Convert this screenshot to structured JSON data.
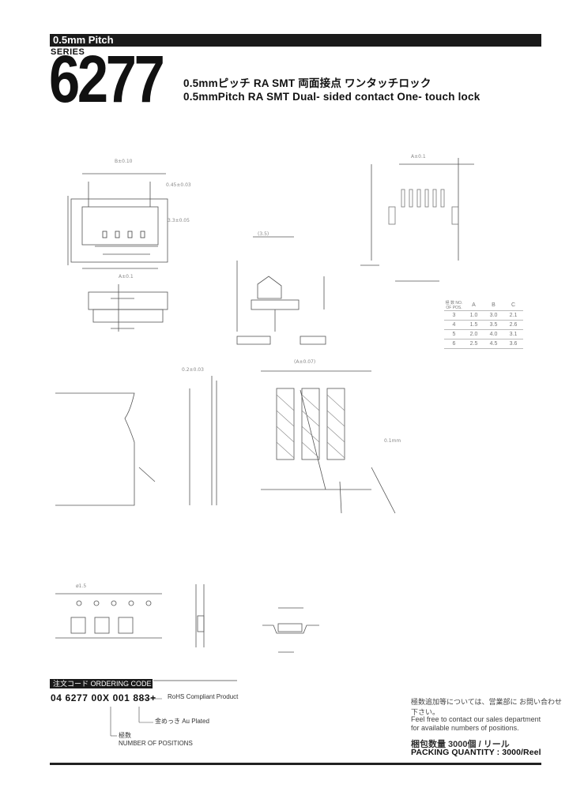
{
  "header": {
    "pitch_label": "0.5mm Pitch",
    "series_label": "SERIES",
    "series_number": "6277",
    "subtitle_jp": "0.5mmピッチ  RA  SMT  両面接点  ワンタッチロック",
    "subtitle_en": "0.5mmPitch  RA  SMT  Dual- sided  contact  One- touch  lock"
  },
  "table": {
    "header": [
      "極 数 NO. OF POS.",
      "A",
      "B",
      "C"
    ],
    "rows": [
      [
        "3",
        "1.0",
        "3.0",
        "2.1"
      ],
      [
        "4",
        "1.5",
        "3.5",
        "2.6"
      ],
      [
        "5",
        "2.0",
        "4.0",
        "3.1"
      ],
      [
        "6",
        "2.5",
        "4.5",
        "3.6"
      ]
    ]
  },
  "ordering": {
    "label": "注文コード ORDERING CODE",
    "code": "04 6277 00X 001 883+",
    "rohs": "RoHS Compliant Product",
    "plating": "金めっき   Au Plated",
    "positions_jp": "極数",
    "positions_en": "NUMBER OF POSITIONS"
  },
  "contact": {
    "jp": "極数追加等については、営業部に お問い合わせ下さい。",
    "en_line1": "Feel free to contact our sales department",
    "en_line2": "for available numbers of positions."
  },
  "packing": {
    "jp": "梱包数量  3000個 / リール",
    "en": "PACKING QUANTITY : 3000/Reel"
  }
}
